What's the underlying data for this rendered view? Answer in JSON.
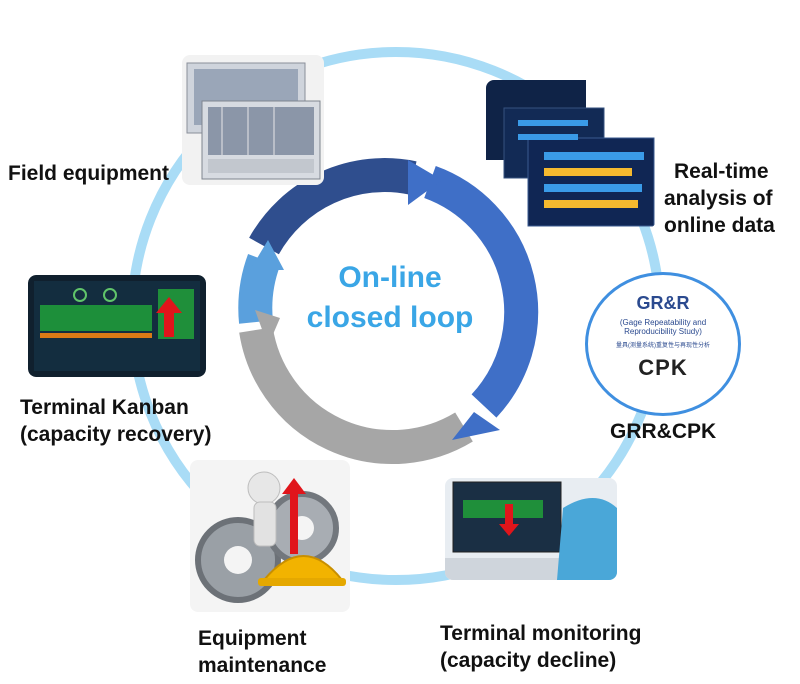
{
  "center": {
    "line1": "On-line",
    "line2": "closed loop"
  },
  "nodes": {
    "field_equipment": "Field equipment",
    "realtime_line1": "Real-time",
    "realtime_line2": "analysis of",
    "realtime_line3": "online data",
    "grr_cpk": "GRR&CPK",
    "terminal_monitoring_line1": "Terminal monitoring",
    "terminal_monitoring_line2": "(capacity decline)",
    "equipment_maintenance_line1": "Equipment",
    "equipment_maintenance_line2": "maintenance",
    "terminal_kanban_line1": "Terminal Kanban",
    "terminal_kanban_line2": "(capacity recovery)"
  },
  "badge": {
    "title": "GR&R",
    "subtitle_line1": "(Gage Repeatability and",
    "subtitle_line2": "Reproducibility Study)",
    "chinese": "量具(测量系统)重复性与再现性分析",
    "cpk": "CPK"
  },
  "colors": {
    "outer_ring": "#a9dcf6",
    "ring_dark_blue": "#2f4e8e",
    "ring_blue": "#3f6fc7",
    "ring_light_blue": "#5aa0dd",
    "ring_gray": "#a6a6a6",
    "center_text": "#3aa6e6",
    "badge_border": "#3f8fe0",
    "arrow_red": "#e0151b"
  }
}
